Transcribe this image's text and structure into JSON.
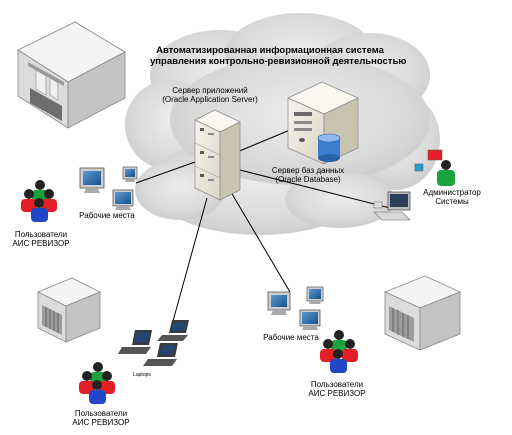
{
  "diagram": {
    "title_line1": "Автоматизированная информационная система",
    "title_line2": "управления контрольно-ревизионной деятельностью",
    "app_server_line1": "Сервер приложений",
    "app_server_line2": "(Oracle Application Server)",
    "db_server_line1": "Сервер баз данных",
    "db_server_line2": "(Oracle Database)",
    "workstations_left": "Рабочие места",
    "workstations_center": "Рабочие места",
    "users_left_line1": "Пользователи",
    "users_left_line2": "АИС РЕВИЗОР",
    "users_bottom_left_line1": "Пользователи",
    "users_bottom_left_line2": "АИС РЕВИЗОР",
    "users_right_line1": "Пользователи",
    "users_right_line2": "АИС РЕВИЗОР",
    "admin_line1": "Администратор",
    "admin_line2": "Системы",
    "laptops_label": "Laptops"
  },
  "colors": {
    "cloud": "#d6d6d6",
    "server_body": "#f1eee3",
    "building": "#e6e6e6",
    "user_red": "#e41e26",
    "user_green": "#1aa33c",
    "user_blue": "#1f47c8",
    "screen": "#2a6aa8",
    "connection_line": "#000000"
  },
  "icons": [
    "building-icon",
    "server-rack-icon",
    "database-server-icon",
    "desktop-computer-icon",
    "laptop-icon",
    "user-group-icon",
    "administrator-icon"
  ]
}
